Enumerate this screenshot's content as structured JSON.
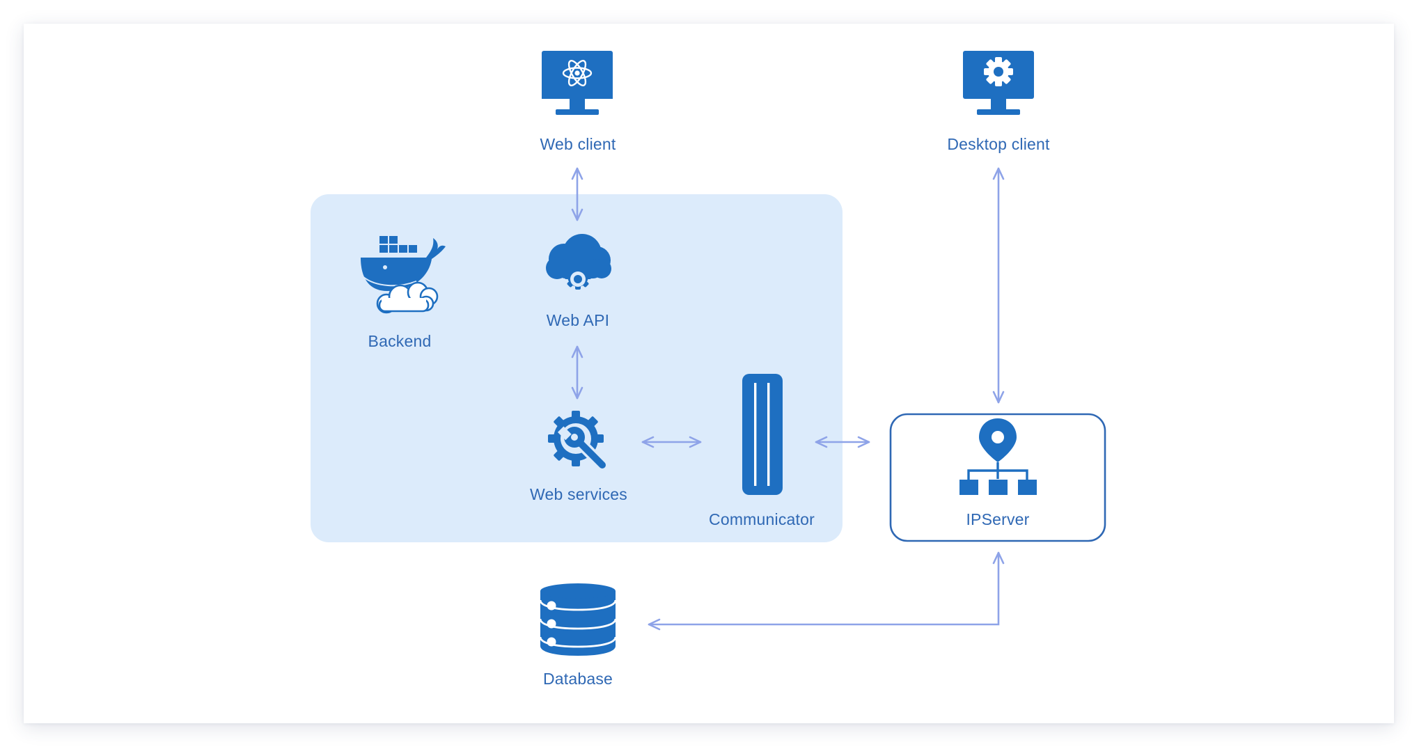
{
  "colors": {
    "icon_blue": "#1e6fc1",
    "label_blue": "#2f68b4",
    "arrow": "#8ea3e8",
    "backend_panel": "#dcebfb",
    "ipserver_border": "#2f68b4"
  },
  "nodes": {
    "web_client": {
      "label": "Web client",
      "icon": "monitor-atom-icon"
    },
    "desktop_client": {
      "label": "Desktop client",
      "icon": "monitor-gear-icon"
    },
    "backend": {
      "label": "Backend",
      "icon": "docker-whale-icon"
    },
    "web_api": {
      "label": "Web API",
      "icon": "cloud-gear-icon"
    },
    "web_services": {
      "label": "Web services",
      "icon": "gear-wrench-icon"
    },
    "communicator": {
      "label": "Communicator",
      "icon": "server-rack-icon"
    },
    "ipserver": {
      "label": "IPServer",
      "icon": "network-pin-icon"
    },
    "database": {
      "label": "Database",
      "icon": "database-icon"
    }
  },
  "connections": [
    {
      "from": "Web client",
      "to": "Web API",
      "direction": "bidirectional"
    },
    {
      "from": "Web API",
      "to": "Web services",
      "direction": "bidirectional"
    },
    {
      "from": "Web services",
      "to": "Communicator",
      "direction": "bidirectional"
    },
    {
      "from": "Communicator",
      "to": "IPServer",
      "direction": "bidirectional"
    },
    {
      "from": "Desktop client",
      "to": "IPServer",
      "direction": "bidirectional"
    },
    {
      "from": "IPServer",
      "to": "Database",
      "direction": "bidirectional"
    }
  ]
}
